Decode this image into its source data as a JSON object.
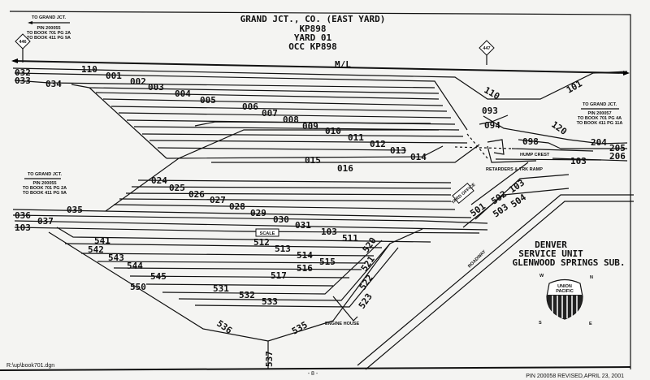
{
  "title": {
    "line1": "GRAND JCT., CO. (EAST YARD)",
    "line2": "KP898",
    "line3": "YARD 01",
    "line4": "OCC KP898"
  },
  "signs": {
    "left": "446",
    "right": "447"
  },
  "notes": {
    "top_left": {
      "to": "TO GRAND JCT.",
      "pin": "PIN 200055",
      "book1": "TO BOOK 701 PG 2A",
      "book2": "TO BOOK 411 PG 9A"
    },
    "mid_left": {
      "to": "TO GRAND JCT.",
      "pin": "PIN 200055",
      "book1": "TO BOOK 701 PG 2A",
      "book2": "TO BOOK 411 PG 9A"
    },
    "right": {
      "to": "TO GRAND JCT.",
      "pin": "PIN 200057",
      "book1": "TO BOOK 701 PG 4A",
      "book2": "TO BOOK 411 PG 11A"
    },
    "hump_crest": "HUMP CREST",
    "retarders": "RETARDERS & TRK RAMP",
    "yard_office": "YARD OFFICE",
    "scale": "SCALE",
    "engine_house": "ENGINE HOUSE",
    "roadway": "ROADWAY"
  },
  "main_line": "M/L",
  "tracks": {
    "t110": "110",
    "t001": "001",
    "t002": "002",
    "t003": "003",
    "t004": "004",
    "t005": "005",
    "t006": "006",
    "t007": "007",
    "t008": "008",
    "t009": "009",
    "t010": "010",
    "t011": "011",
    "t012": "012",
    "t013": "013",
    "t014": "014",
    "t015": "015",
    "t016": "016",
    "t032": "032",
    "t033": "033",
    "t034": "034",
    "t110b": "110",
    "t101": "101",
    "t093": "093",
    "t094": "094",
    "t120": "120",
    "t098": "098",
    "t204": "204",
    "t205": "205",
    "t206": "206",
    "t103a": "103",
    "t024": "024",
    "t025": "025",
    "t026": "026",
    "t027": "027",
    "t028": "028",
    "t029": "029",
    "t030": "030",
    "t031": "031",
    "t035": "035",
    "t036": "036",
    "t037": "037",
    "t103b": "103",
    "t103c": "103",
    "t511": "511",
    "t512": "512",
    "t513": "513",
    "t514": "514",
    "t515": "515",
    "t516": "516",
    "t517": "517",
    "t520": "520",
    "t521": "521",
    "t522": "522",
    "t523": "523",
    "t531": "531",
    "t532": "532",
    "t533": "533",
    "t535": "535",
    "t536": "536",
    "t537": "537",
    "t541": "541",
    "t542": "542",
    "t543": "543",
    "t544": "544",
    "t545": "545",
    "t550": "550",
    "t501": "501",
    "t502": "502",
    "t103d": "103",
    "t503": "503",
    "t504": "504"
  },
  "unit": {
    "line1": "DENVER",
    "line2": "SERVICE UNIT",
    "line3": "GLENWOOD SPRINGS SUB."
  },
  "compass": {
    "nw": "W",
    "ne": "N",
    "sw": "S",
    "se": "E"
  },
  "logo": {
    "line1": "UNION",
    "line2": "PACIFIC"
  },
  "footer": {
    "file": "R:\\up\\book701.dgn",
    "page": "- 8 -",
    "revised": "PIN 200058 REVISED,APRIL 23, 2001"
  }
}
